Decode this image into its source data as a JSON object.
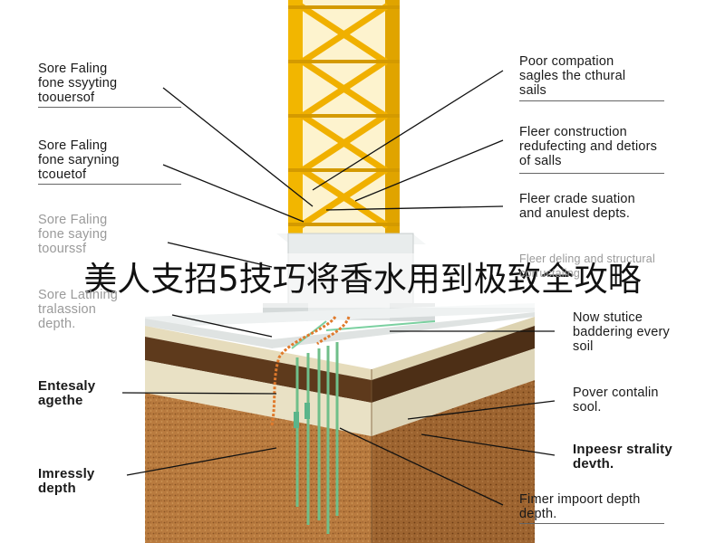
{
  "title": "美人支招5技巧将香水用到极致全攻略",
  "left_labels": [
    {
      "text": "Sore Faling\nfone ssyyting\ntoouersof"
    },
    {
      "text": "Sore Faling\nfone saryning\ntcouetof"
    },
    {
      "text": "Sore Faling\nfone saying\ntoourssf"
    },
    {
      "text": "Sore Latlning\ntralassion\ndepth."
    },
    {
      "text": "Entesaly\nagethe"
    },
    {
      "text": "Imressly\ndepth"
    }
  ],
  "right_labels": [
    {
      "text": "Poor compation\nsagles the cthural\nsails"
    },
    {
      "text": "Fleer construction\nredufecting and detiors\nof salls"
    },
    {
      "text": "Fleer crade suation\nand anulest depts."
    },
    {
      "text": "Fleer deling and structural\ncorructaiing"
    },
    {
      "text": "Now stutice\nbaddering every\nsoil"
    },
    {
      "text": "Pover contalin\nsool."
    },
    {
      "text": "Inpeesr strality\ndevth."
    },
    {
      "text": "Fimer impoort depth\ndepth."
    }
  ],
  "colors": {
    "crane_yellow": "#f2b600",
    "crane_dark": "#c98c00",
    "slab_top": "#eceff0",
    "soil_brown": "#5e3a1c",
    "soil_cream": "#e9e1c5",
    "soil_tan": "#bf8646",
    "pile_green": "#6fbf8a",
    "rebar_orange": "#e07a2c"
  }
}
